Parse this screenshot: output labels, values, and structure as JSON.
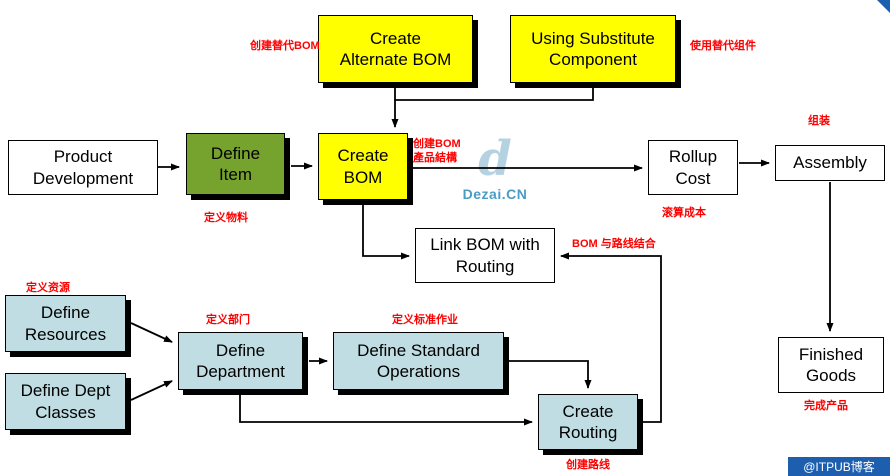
{
  "nodes": {
    "create_alternate_bom": {
      "label": "Create\nAlternate BOM"
    },
    "using_substitute_component": {
      "label": "Using Substitute\nComponent"
    },
    "product_development": {
      "label": "Product\nDevelopment"
    },
    "define_item": {
      "label": "Define\nItem"
    },
    "create_bom": {
      "label": "Create\nBOM"
    },
    "rollup_cost": {
      "label": "Rollup\nCost"
    },
    "assembly": {
      "label": "Assembly"
    },
    "link_bom_with_routing": {
      "label": "Link BOM with\nRouting"
    },
    "define_resources": {
      "label": "Define\nResources"
    },
    "define_dept_classes": {
      "label": "Define Dept\nClasses"
    },
    "define_department": {
      "label": "Define\nDepartment"
    },
    "define_standard_operations": {
      "label": "Define Standard\nOperations"
    },
    "create_routing": {
      "label": "Create\nRouting"
    },
    "finished_goods": {
      "label": "Finished\nGoods"
    }
  },
  "annotations": {
    "create_alternate_bom": "创建替代BOM",
    "using_substitute_component": "使用替代组件",
    "define_item": "定义物料",
    "create_bom": "创建BOM\n產品結構",
    "rollup_cost": "滚算成本",
    "assembly": "组装",
    "link_bom_with_routing": "BOM 与路线结合",
    "define_resources": "定义资源",
    "define_department": "定义部门",
    "define_standard_operations": "定义标准作业",
    "create_routing": "创建路线",
    "finished_goods": "完成产品"
  },
  "watermark": {
    "logo_letter": "d",
    "text": "Dezai.CN"
  },
  "banner": {
    "text": "@ITPUB博客"
  },
  "colors": {
    "yellow": "#ffff00",
    "green": "#76a22e",
    "lightblue": "#bfdde2",
    "red_label": "#ff0000",
    "banner_blue": "#1d5fae"
  }
}
